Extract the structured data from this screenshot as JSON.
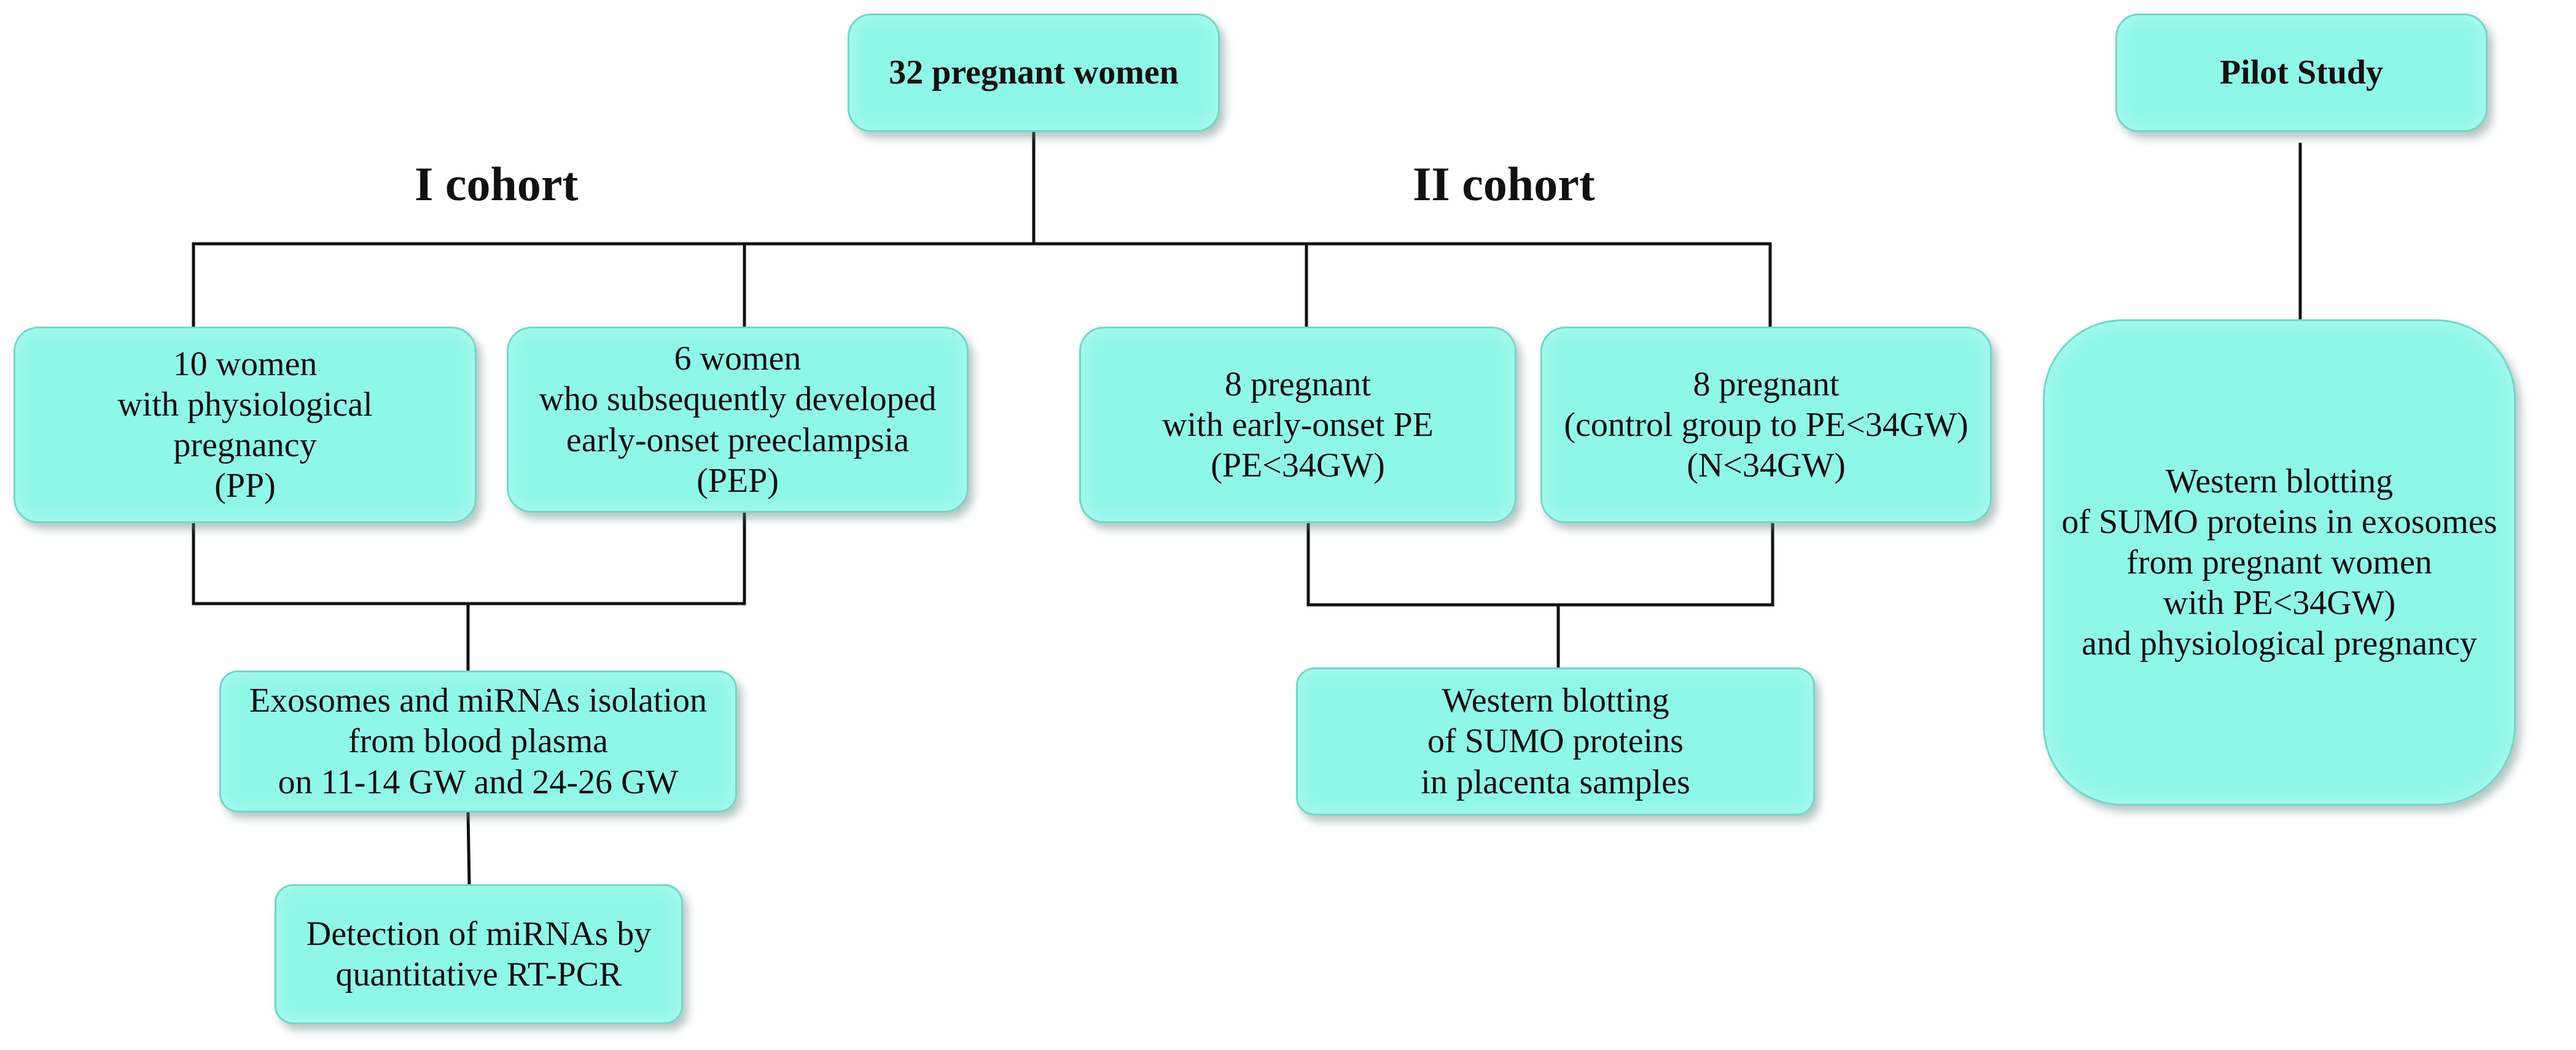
{
  "diagram": {
    "root": {
      "label": "32 pregnant women"
    },
    "pilot": {
      "label": "Pilot Study"
    },
    "cohorts": {
      "first": {
        "heading": "I cohort"
      },
      "second": {
        "heading": "II cohort"
      }
    },
    "boxes": {
      "pp": {
        "lines": [
          "10 women",
          "with physiological",
          "pregnancy",
          "(PP)"
        ]
      },
      "pep": {
        "lines": [
          "6 women",
          "who subsequently developed",
          "early-onset preeclampsia",
          "(PEP)"
        ]
      },
      "pe": {
        "lines": [
          "8 pregnant",
          "with early-onset PE",
          "(PE<34GW)"
        ]
      },
      "n": {
        "lines": [
          "8 pregnant",
          "(control group to PE<34GW)",
          "(N<34GW)"
        ]
      },
      "exosomes": {
        "lines": [
          "Exosomes and miRNAs isolation",
          "from blood plasma",
          "on 11-14 GW and 24-26 GW"
        ]
      },
      "detection": {
        "lines": [
          "Detection of miRNAs by",
          "quantitative RT-PCR"
        ]
      },
      "western_placenta": {
        "lines": [
          "Western blotting",
          "of SUMO proteins",
          "in placenta samples"
        ]
      },
      "western_exosomes": {
        "lines": [
          "Western blotting",
          "of SUMO proteins in exosomes",
          "from pregnant women",
          "with PE<34GW)",
          "and physiological pregnancy"
        ]
      }
    },
    "colors": {
      "box_fill": "#8ff7e8",
      "box_border": "#70d8c8",
      "connector": "#111111"
    }
  }
}
